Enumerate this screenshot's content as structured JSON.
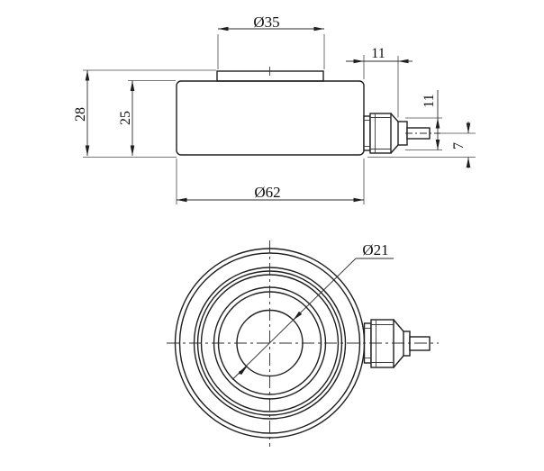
{
  "drawing": {
    "type": "engineering-drawing",
    "subject": "compression load cell, side elevation and plan view",
    "line_color": "#1e1e1e",
    "background": "#ffffff",
    "labels": {
      "boss_diameter": "Ø35",
      "connector_length": "11",
      "total_height": "28",
      "body_height": "25",
      "connector_diameter": "11",
      "pin_center_offset": "7",
      "body_diameter": "Ø62",
      "inner_diameter": "Ø21"
    }
  }
}
